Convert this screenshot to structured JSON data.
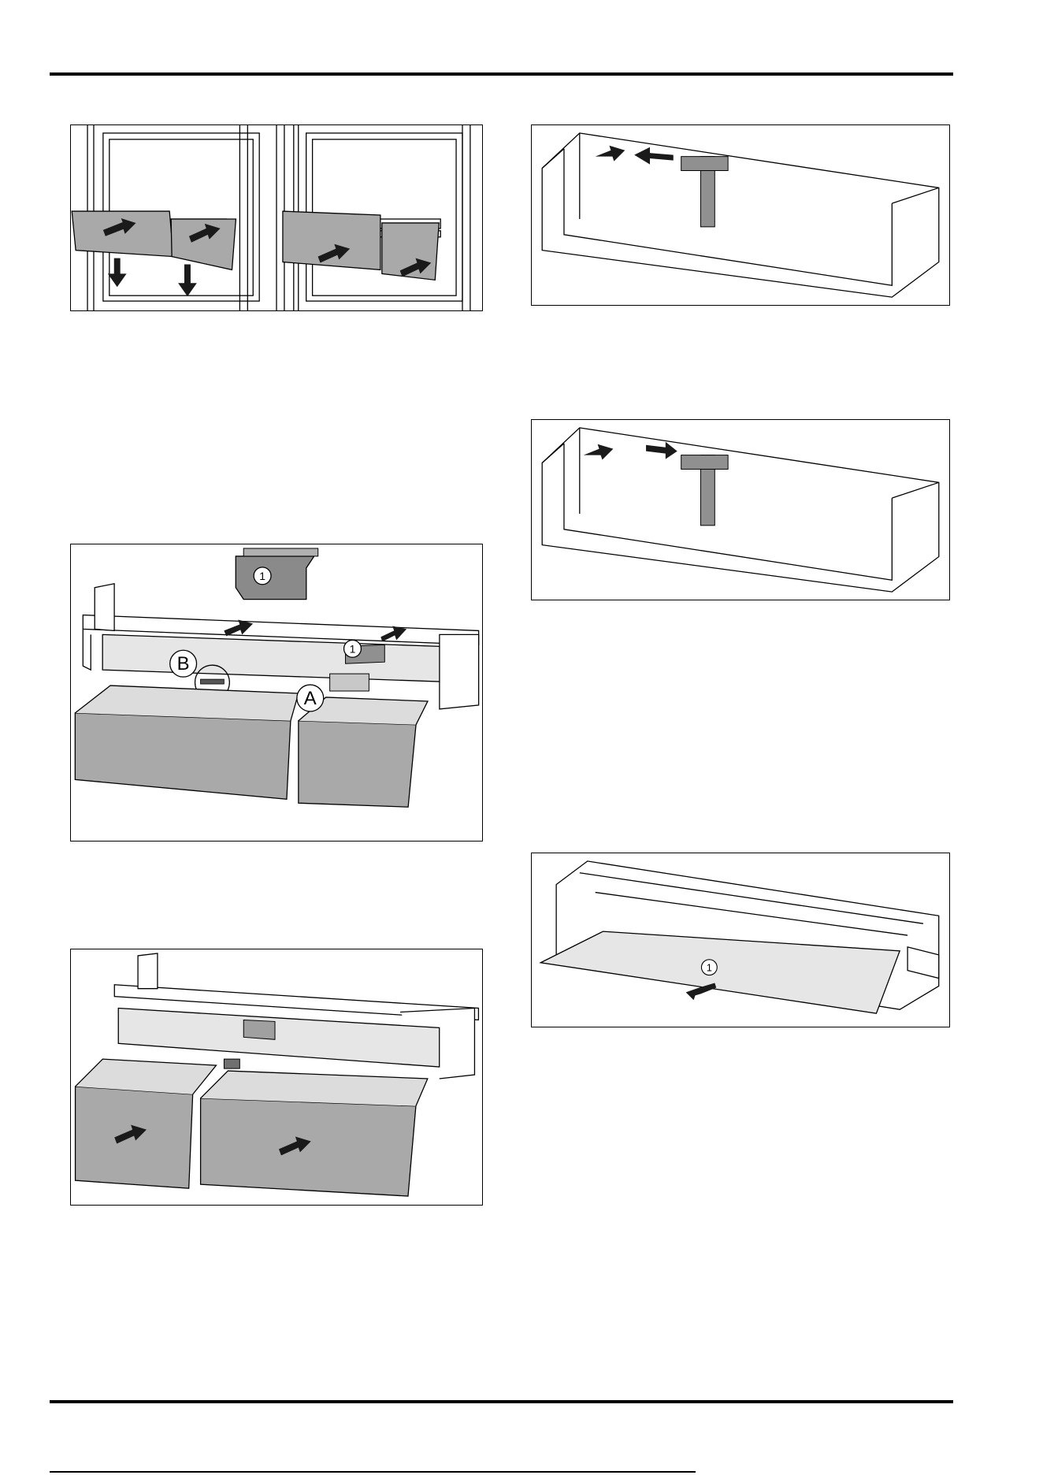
{
  "figures": {
    "fig1": {
      "labels": []
    },
    "fig2": {
      "labels": [
        "1",
        "1",
        "B",
        "A"
      ]
    },
    "fig3": {
      "labels": []
    },
    "fig4": {
      "labels": []
    },
    "fig5": {
      "labels": []
    },
    "fig6": {
      "labels": [
        "1"
      ]
    }
  },
  "colors": {
    "line": "#000000",
    "part_gray": "#a9a9a9",
    "dark_gray": "#707070",
    "light_fill": "#e6e6e6",
    "arrow": "#1a1a1a"
  }
}
